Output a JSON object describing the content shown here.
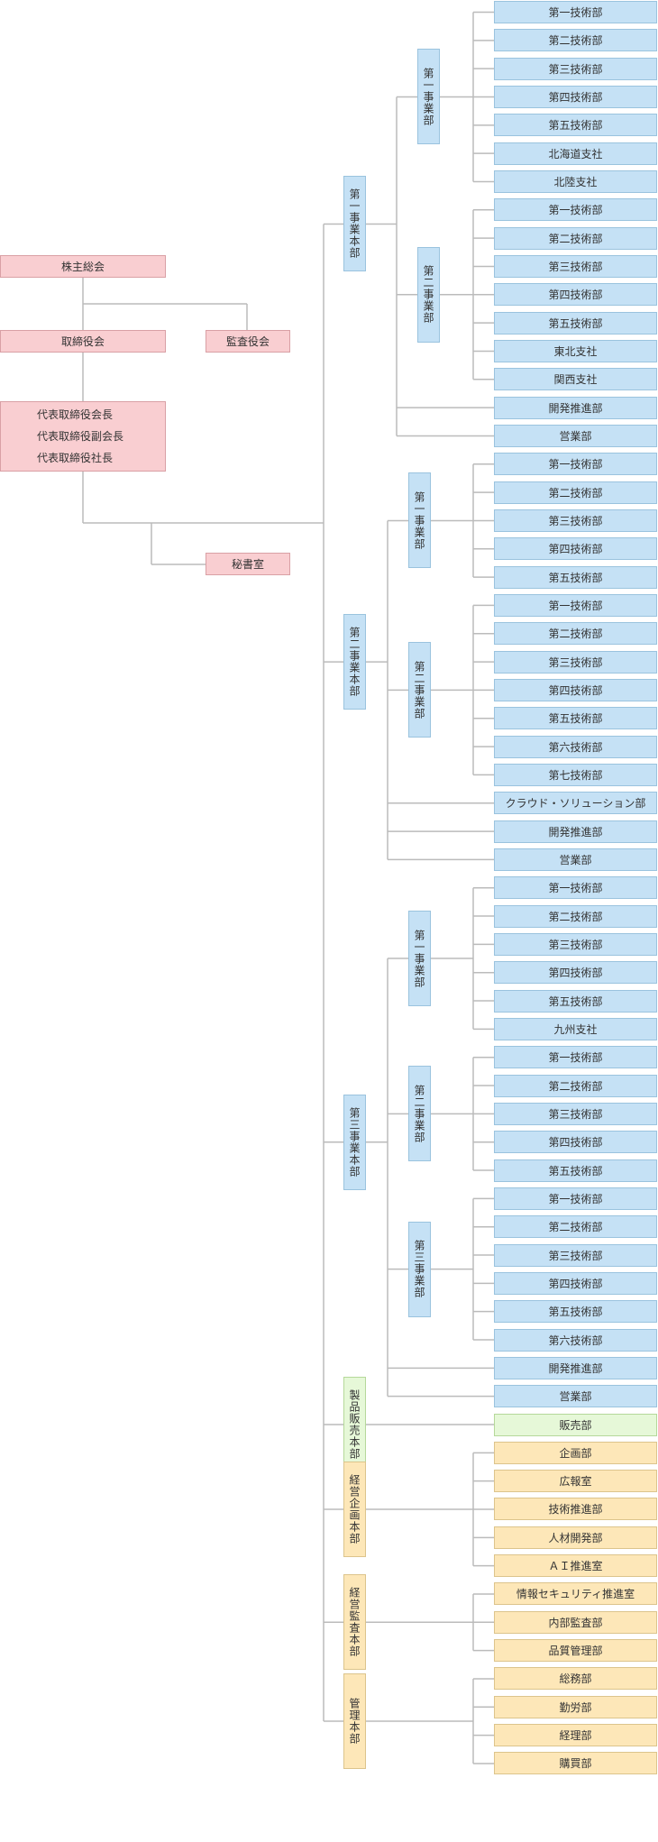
{
  "colors": {
    "executive_fill": "#F9CED1",
    "executive_border": "#D9A0A5",
    "division_fill": "#C5E1F5",
    "division_border": "#9AC3DE",
    "sales_fill": "#E6F8D8",
    "sales_border": "#B5D89A",
    "corporate_fill": "#FDE7B8",
    "corporate_border": "#DCC48C",
    "line": "#BBBBBB"
  },
  "executive": {
    "shareholders": "株主総会",
    "board": "取締役会",
    "auditors": "監査役会",
    "representatives": [
      "代表取締役会長",
      "代表取締役副会長",
      "代表取締役社長"
    ],
    "secretariat": "秘書室"
  },
  "headquarters": [
    {
      "name": "第一事業本部",
      "theme": "division",
      "divisions": [
        {
          "name": "第一事業部",
          "units": [
            "第一技術部",
            "第二技術部",
            "第三技術部",
            "第四技術部",
            "第五技術部",
            "北海道支社",
            "北陸支社"
          ]
        },
        {
          "name": "第二事業部",
          "units": [
            "第一技術部",
            "第二技術部",
            "第三技術部",
            "第四技術部",
            "第五技術部",
            "東北支社",
            "関西支社"
          ]
        }
      ],
      "direct_units": [
        "開発推進部",
        "営業部"
      ]
    },
    {
      "name": "第二事業本部",
      "theme": "division",
      "divisions": [
        {
          "name": "第一事業部",
          "units": [
            "第一技術部",
            "第二技術部",
            "第三技術部",
            "第四技術部",
            "第五技術部"
          ]
        },
        {
          "name": "第二事業部",
          "units": [
            "第一技術部",
            "第二技術部",
            "第三技術部",
            "第四技術部",
            "第五技術部",
            "第六技術部",
            "第七技術部"
          ]
        }
      ],
      "direct_units": [
        "クラウド・ソリューション部",
        "開発推進部",
        "営業部"
      ]
    },
    {
      "name": "第三事業本部",
      "theme": "division",
      "divisions": [
        {
          "name": "第一事業部",
          "units": [
            "第一技術部",
            "第二技術部",
            "第三技術部",
            "第四技術部",
            "第五技術部",
            "九州支社"
          ]
        },
        {
          "name": "第二事業部",
          "units": [
            "第一技術部",
            "第二技術部",
            "第三技術部",
            "第四技術部",
            "第五技術部"
          ]
        },
        {
          "name": "第三事業部",
          "units": [
            "第一技術部",
            "第二技術部",
            "第三技術部",
            "第四技術部",
            "第五技術部",
            "第六技術部"
          ]
        }
      ],
      "direct_units": [
        "開発推進部",
        "営業部"
      ]
    },
    {
      "name": "製品販売本部",
      "theme": "sales",
      "divisions": [],
      "direct_units": [
        "販売部"
      ]
    },
    {
      "name": "経営企画本部",
      "theme": "corporate",
      "divisions": [],
      "direct_units": [
        "企画部",
        "広報室",
        "技術推進部",
        "人材開発部",
        "ＡＩ推進室"
      ]
    },
    {
      "name": "経営監査本部",
      "theme": "corporate",
      "divisions": [],
      "direct_units": [
        "情報セキュリティ推進室",
        "内部監査部",
        "品質管理部"
      ]
    },
    {
      "name": "管理本部",
      "theme": "corporate",
      "divisions": [],
      "direct_units": [
        "総務部",
        "勤労部",
        "経理部",
        "購買部"
      ]
    }
  ]
}
